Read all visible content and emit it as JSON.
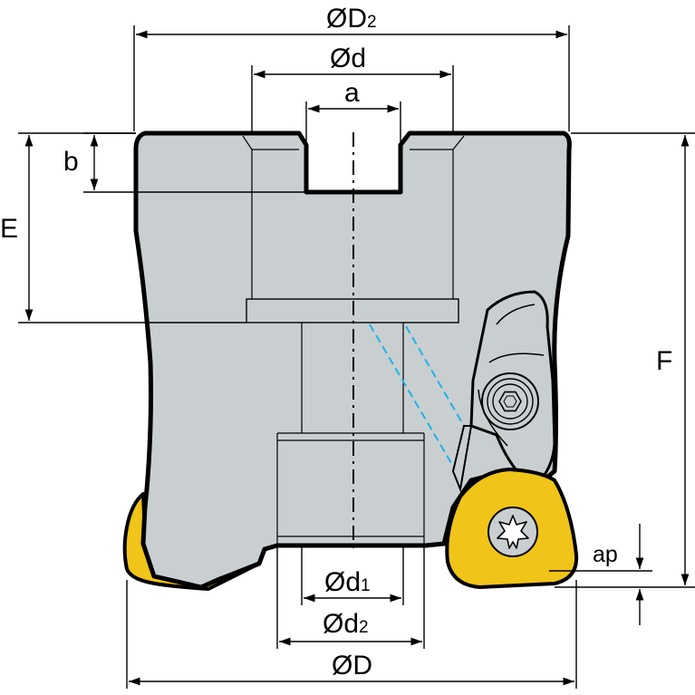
{
  "labels": {
    "outer_diameter_top": "ØD",
    "outer_diameter_top_sub": "2",
    "bore_diameter": "Ød",
    "keyway_width": "a",
    "keyway_depth": "b",
    "counterbore_depth": "E",
    "total_height": "F",
    "cut_depth": "ap",
    "inner_diameter_1": "Ød",
    "inner_diameter_1_sub": "1",
    "inner_diameter_2": "Ød",
    "inner_diameter_2_sub": "2",
    "cutting_diameter": "ØD"
  },
  "colors": {
    "body": "#c9cfd1",
    "insert": "#f0c419",
    "coolant": "#1fb3e8",
    "line": "#000000"
  },
  "icons": {
    "insert_screw": "torx-screw-icon",
    "clamp_screw": "hex-socket-screw-icon"
  }
}
